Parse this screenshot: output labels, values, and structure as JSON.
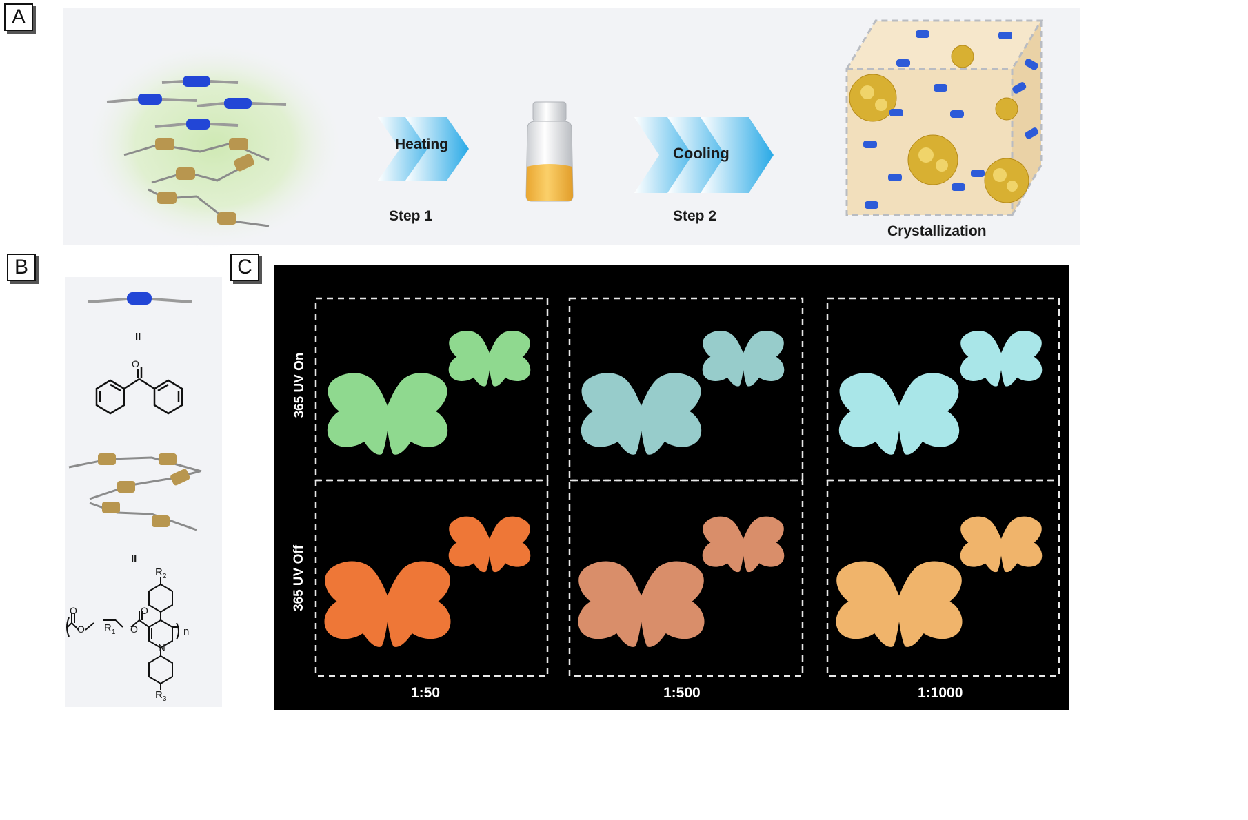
{
  "panels": {
    "a": {
      "letter": "A",
      "arrow1_label": "Heating",
      "step1_label": "Step 1",
      "arrow2_label": "Cooling",
      "step2_label": "Step 2",
      "crystal_label": "Crystallization"
    },
    "b": {
      "letter": "B",
      "equals_1": "II",
      "equals_2": "II",
      "chem": {
        "carbonyl_o": "O",
        "ring_n": "N",
        "r1": "R",
        "r1_sub": "1",
        "r2": "R",
        "r2_sub": "2",
        "r3": "R",
        "r3_sub": "3",
        "repeat_n": "n"
      }
    },
    "c": {
      "letter": "C",
      "row_on_label": "365 UV On",
      "row_off_label": "365 UV Off",
      "columns": [
        {
          "ratio": "1:50",
          "on_color": "#8fd98f",
          "off_color": "#ee7737"
        },
        {
          "ratio": "1:500",
          "on_color": "#97cccb",
          "off_color": "#d98e6a"
        },
        {
          "ratio": "1:1000",
          "on_color": "#a9e6e8",
          "off_color": "#f0b46b"
        }
      ]
    }
  },
  "colors": {
    "donor_blue": "#2246d6",
    "acceptor_gold": "#b8964f",
    "glow_green": "#cfe9b4",
    "arrow_blue": "#29a9e6",
    "vial_liquid": "#f6bd45",
    "crystal_box": "#f2dfbc"
  }
}
